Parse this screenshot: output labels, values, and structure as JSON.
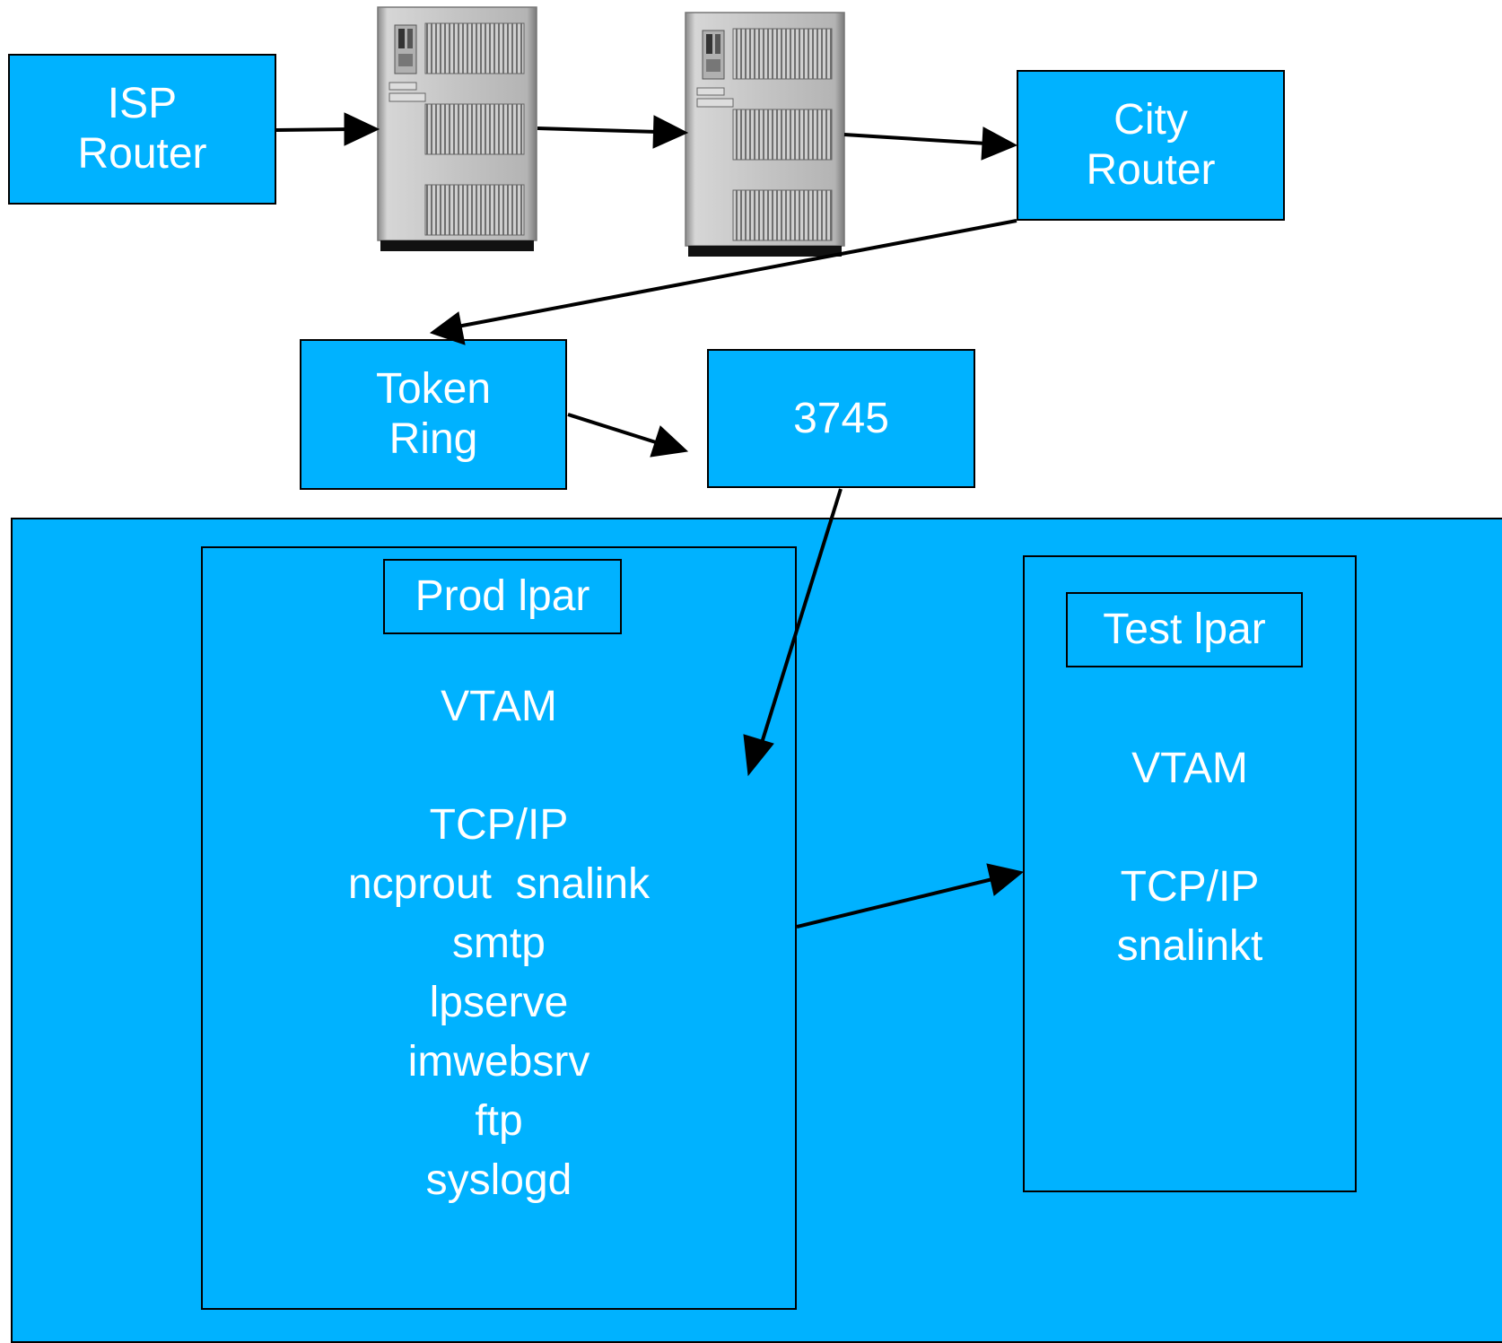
{
  "nodes": {
    "isp_router": [
      "ISP",
      "Router"
    ],
    "city_router": [
      "City",
      "Router"
    ],
    "token_ring": [
      "Token",
      "Ring"
    ],
    "n3745": "3745"
  },
  "prod_lpar": {
    "title": "Prod lpar",
    "lines": [
      "VTAM",
      "",
      "TCP/IP",
      "ncprout  snalink",
      "smtp",
      "lpserve",
      "imwebsrv",
      "ftp",
      "syslogd"
    ]
  },
  "test_lpar": {
    "title": "Test lpar",
    "lines": [
      "VTAM",
      "",
      "TCP/IP",
      "snalinkt"
    ]
  },
  "colors": {
    "box_fill": "#00B2FF",
    "text": "#FFFFFF",
    "border": "#000000"
  },
  "icons": [
    "server-tower-icon",
    "server-tower-icon"
  ]
}
